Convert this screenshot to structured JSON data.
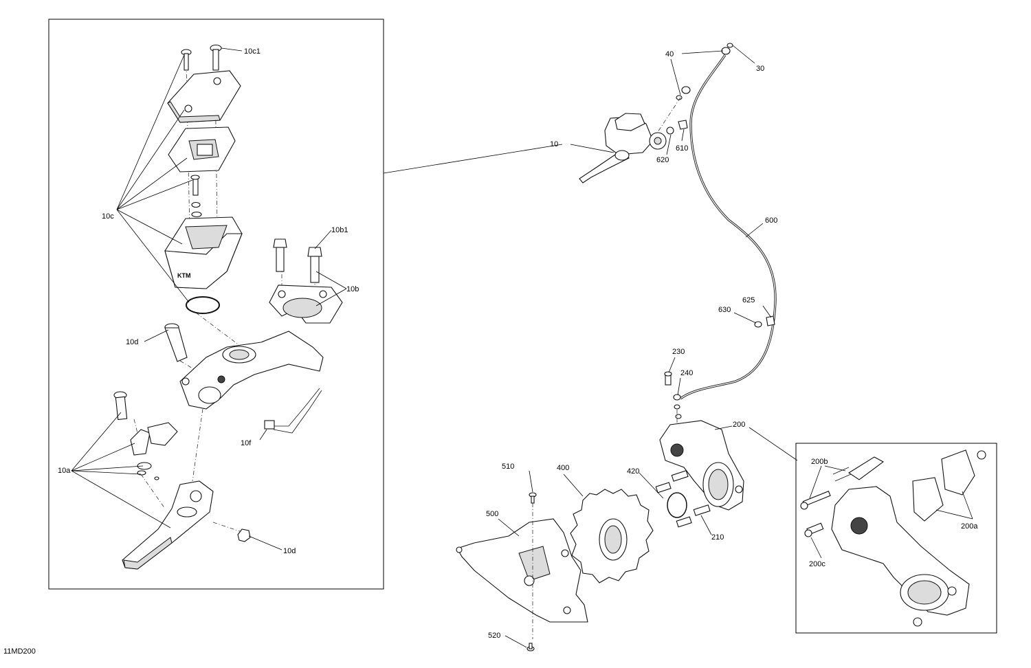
{
  "diagram_id": "11MD200",
  "callouts": {
    "c10c1": "10c1",
    "c10c": "10c",
    "c10b1": "10b1",
    "c10b": "10b",
    "c10d_top": "10d",
    "c10f": "10f",
    "c10a": "10a",
    "c10d_bottom": "10d",
    "c10": "10",
    "c40": "40",
    "c30": "30",
    "c610": "610",
    "c620": "620",
    "c600": "600",
    "c625": "625",
    "c630": "630",
    "c230": "230",
    "c240": "240",
    "c200": "200",
    "c420": "420",
    "c400": "400",
    "c510": "510",
    "c500": "500",
    "c210": "210",
    "c520": "520",
    "c200b": "200b",
    "c200a": "200a",
    "c200c": "200c"
  }
}
